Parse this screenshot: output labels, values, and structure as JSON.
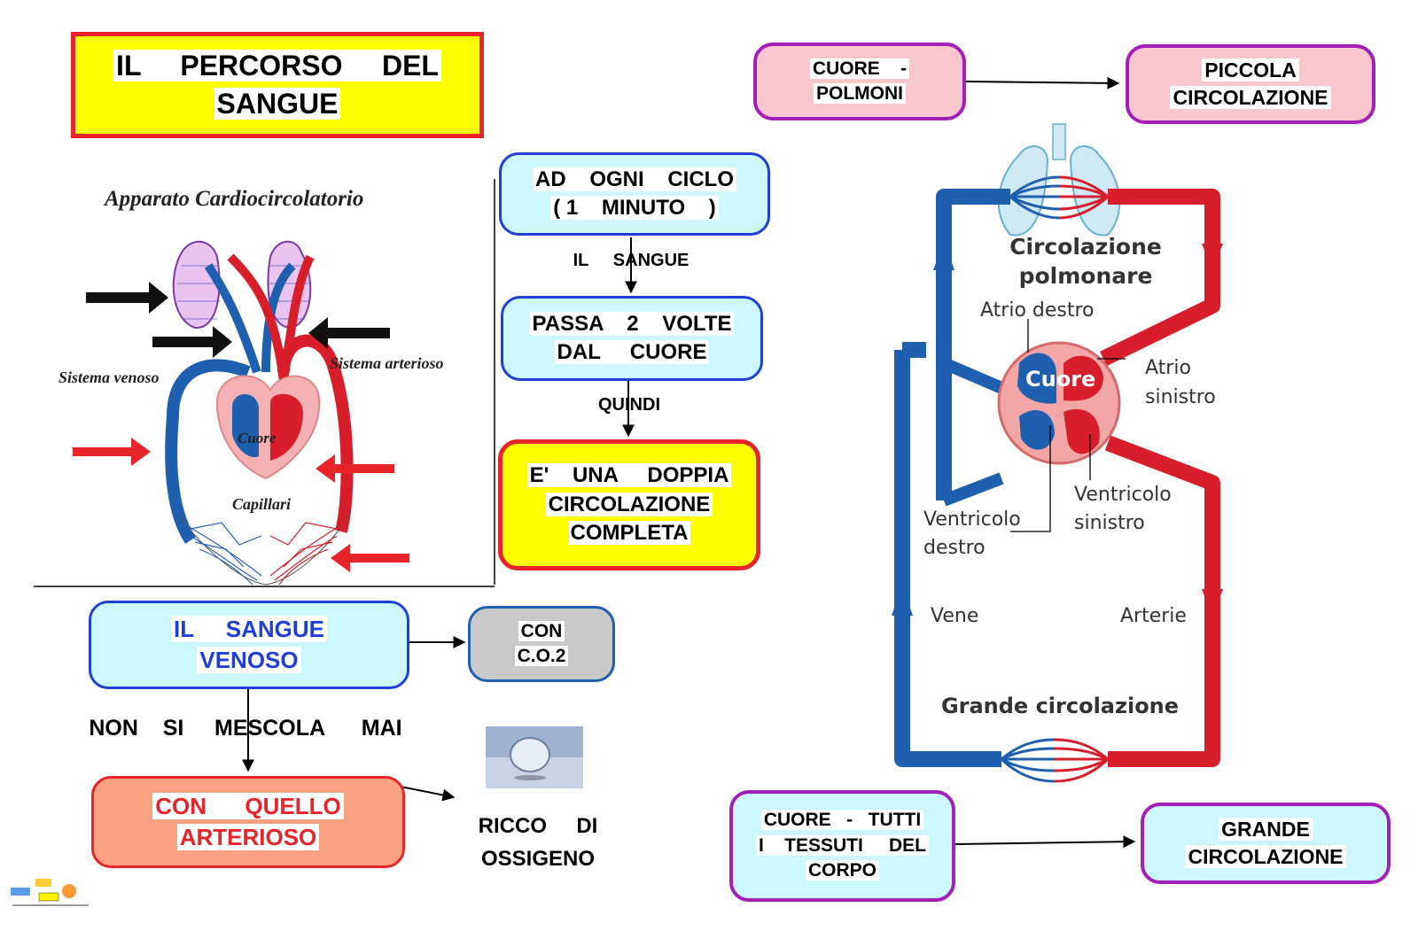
{
  "title": {
    "line1": "IL     PERCORSO     DEL",
    "line2": "SANGUE"
  },
  "left_illustration": {
    "heading": "Apparato  Cardiocircolatorio",
    "venous": "Sistema venoso",
    "arterial": "Sistema arterioso",
    "heart": "Cuore",
    "capillaries": "Capillari"
  },
  "flow": {
    "cycle_l1": "AD    OGNI    CICLO",
    "cycle_l2": "( 1    MINUTO    )",
    "edge1": "IL     SANGUE",
    "passes_l1": "PASSA    2    VOLTE",
    "passes_l2": "DAL     CUORE",
    "edge2": "QUINDI",
    "double_l1": "E'    UNA     DOPPIA",
    "double_l2": "CIRCOLAZIONE",
    "double_l3": "COMPLETA"
  },
  "venous": {
    "box_l1": "IL     SANGUE",
    "box_l2": "VENOSO",
    "co2_l1": "CON",
    "co2_l2": "C.O.2",
    "edge": "NON    SI     MESCOLA      MAI",
    "arterial_l1": "CON      QUELLO",
    "arterial_l2": "ARTERIOSO",
    "oxygen_l1": "RICCO     DI",
    "oxygen_l2": "OSSIGENO"
  },
  "small_circ": {
    "src_l1": "CUORE    -",
    "src_l2": "POLMONI",
    "dst_l1": "PICCOLA",
    "dst_l2": "CIRCOLAZIONE"
  },
  "great_circ": {
    "src_l1": "CUORE   -   TUTTI",
    "src_l2": "I    TESSUTI     DEL",
    "src_l3": "CORPO",
    "dst_l1": "GRANDE",
    "dst_l2": "CIRCOLAZIONE"
  },
  "right_diagram": {
    "pulmonary_l1": "Circolazione",
    "pulmonary_l2": "polmonare",
    "right_atrium": "Atrio destro",
    "heart": "Cuore",
    "left_atrium_l1": "Atrio",
    "left_atrium_l2": "sinistro",
    "right_ventricle_l1": "Ventricolo",
    "right_ventricle_l2": "destro",
    "left_ventricle_l1": "Ventricolo",
    "left_ventricle_l2": "sinistro",
    "veins": "Vene",
    "arteries": "Arterie",
    "systemic": "Grande circolazione"
  },
  "colors": {
    "title_bg": "#ffff00",
    "title_border": "#e8242b",
    "cyan_bg": "#ccf8fc",
    "blue_border": "#1f3fd6",
    "yellow_bg": "#ffff00",
    "red_border": "#e8242b",
    "salmon_bg": "#f9a183",
    "grey_bg": "#c9c9c9",
    "pink_bg": "#fbc7cf",
    "purple_border": "#a21fb8",
    "vein_blue": "#1f5fb0",
    "artery_red": "#d81e2a"
  }
}
